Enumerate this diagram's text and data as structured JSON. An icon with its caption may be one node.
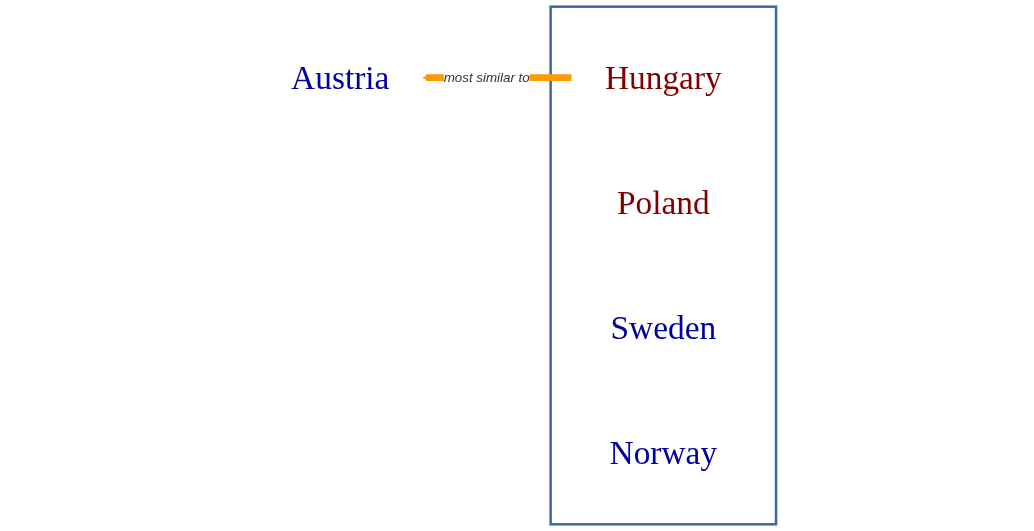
{
  "diagram": {
    "nodes": [
      {
        "text": [
          "Austria"
        ]
      },
      {
        "text": [],
        "shape": "box"
      },
      {
        "text": [
          "Hungary"
        ],
        "in": 1
      },
      {
        "text": [
          "Poland"
        ],
        "in": 1
      },
      {
        "text": [
          "Sweden"
        ],
        "in": 1
      },
      {
        "text": [
          "Norway"
        ],
        "in": 1
      }
    ],
    "edges": [
      {
        "from": 2,
        "to": 0,
        "arrow": "to",
        "label": "most similar to",
        "color": "#ff9900"
      }
    ]
  }
}
